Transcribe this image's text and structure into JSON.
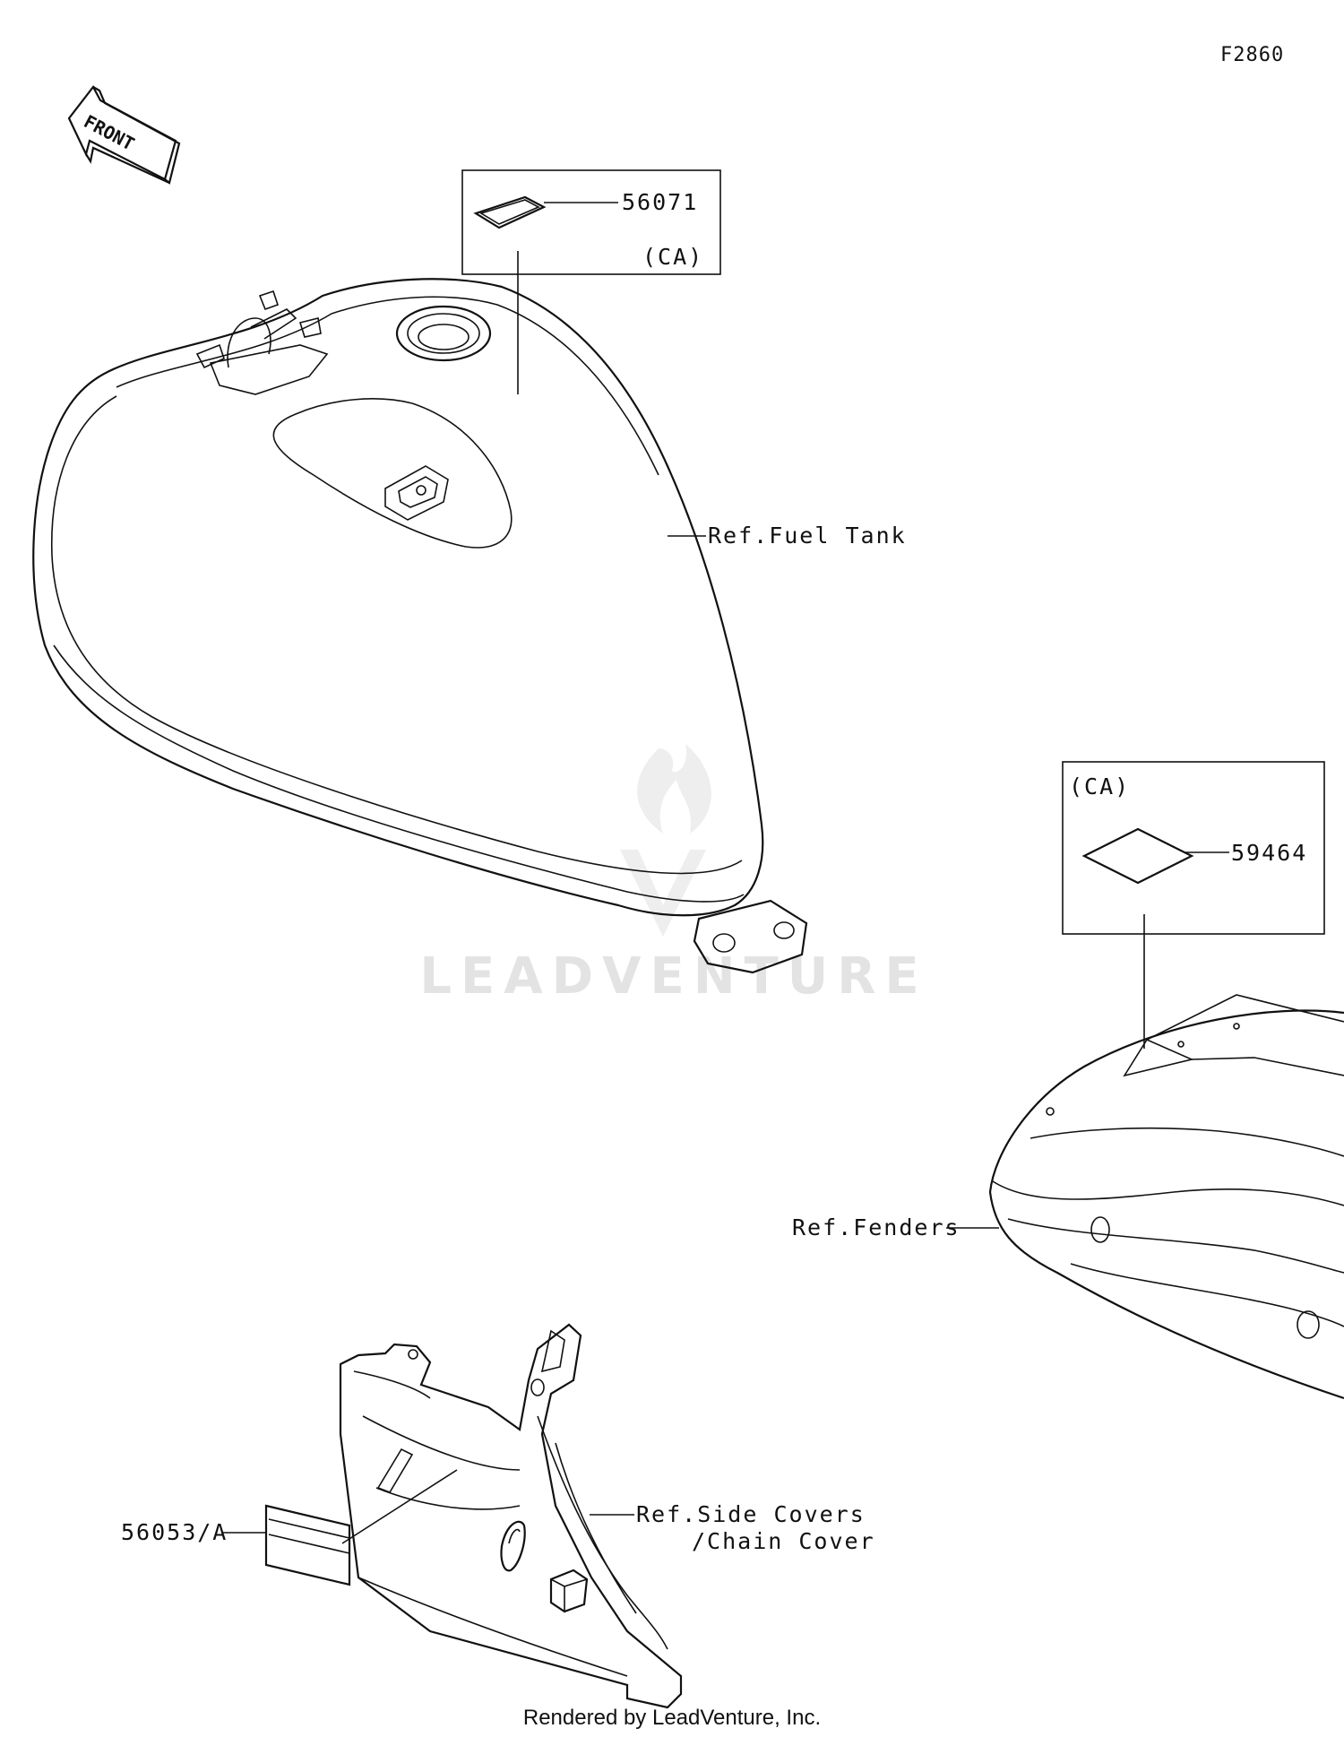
{
  "figure_id": "F2860",
  "front_arrow": {
    "label": "FRONT"
  },
  "callouts": [
    {
      "id": "56071",
      "part": "56071",
      "note": "(CA)"
    },
    {
      "id": "59464",
      "part": "59464",
      "note": "(CA)"
    },
    {
      "id": "56053A",
      "part": "56053/A"
    }
  ],
  "references": {
    "fuel_tank": "Ref.Fuel Tank",
    "fenders": "Ref.Fenders",
    "side_covers_line1": "Ref.Side Covers",
    "side_covers_line2": "/Chain Cover"
  },
  "watermark": {
    "text": "LEADVENTURE"
  },
  "footer": {
    "rendered_by": "Rendered by LeadVenture, Inc."
  }
}
